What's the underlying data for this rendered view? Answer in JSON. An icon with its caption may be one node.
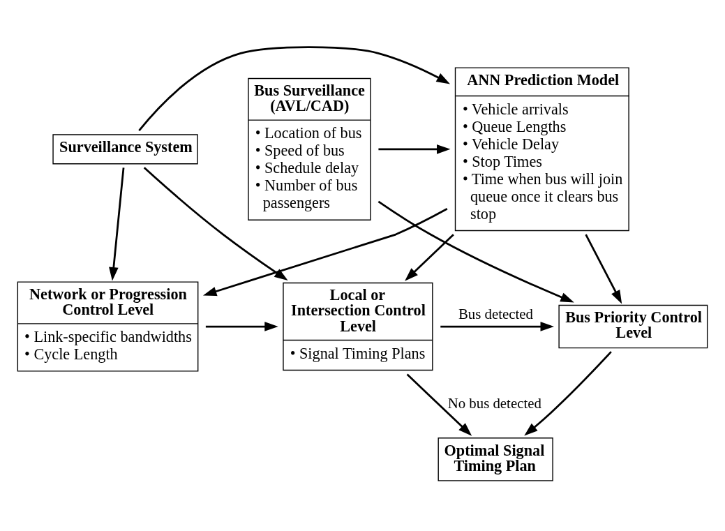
{
  "diagram": {
    "nodes": [
      {
        "text": [
          "ANN Prediction Model",
          "• Vehicle arrivals",
          "• Queue Lengths",
          "• Vehicle Delay",
          "• Stop Times",
          "• Time when bus will join queue once it clears bus stop"
        ]
      },
      {
        "text": [
          "Bus Surveillance (AVL/CAD)",
          "• Location of bus",
          "• Speed of bus",
          "• Schedule delay",
          "• Number of bus passengers"
        ]
      },
      {
        "text": [
          "Surveillance System"
        ]
      },
      {
        "text": [
          "Network or Progression Control Level",
          "• Link-specific bandwidths",
          "• Cycle Length"
        ]
      },
      {
        "text": [
          "Local or Intersection Control Level",
          "• Signal Timing Plans"
        ]
      },
      {
        "text": [
          "Bus Priority Control Level"
        ]
      },
      {
        "text": [
          "Optimal Signal Timing Plan"
        ]
      }
    ],
    "edges": [
      {
        "from": 2,
        "to": 0,
        "arrow": "to"
      },
      {
        "from": 1,
        "to": 0,
        "arrow": "to"
      },
      {
        "from": 2,
        "to": 3,
        "arrow": "to"
      },
      {
        "from": 0,
        "to": 3,
        "arrow": "to"
      },
      {
        "from": 2,
        "to": 4,
        "arrow": "to"
      },
      {
        "from": 0,
        "to": 4,
        "arrow": "to"
      },
      {
        "from": 0,
        "to": 5,
        "arrow": "to"
      },
      {
        "from": 1,
        "to": 5,
        "arrow": "to"
      },
      {
        "from": 3,
        "to": 4,
        "arrow": "to"
      },
      {
        "from": 4,
        "to": 5,
        "arrow": "to",
        "label": "Bus detected"
      },
      {
        "from": 4,
        "to": 6,
        "arrow": "to",
        "label": "No bus detected"
      },
      {
        "from": 5,
        "to": 6,
        "arrow": "to"
      }
    ]
  }
}
